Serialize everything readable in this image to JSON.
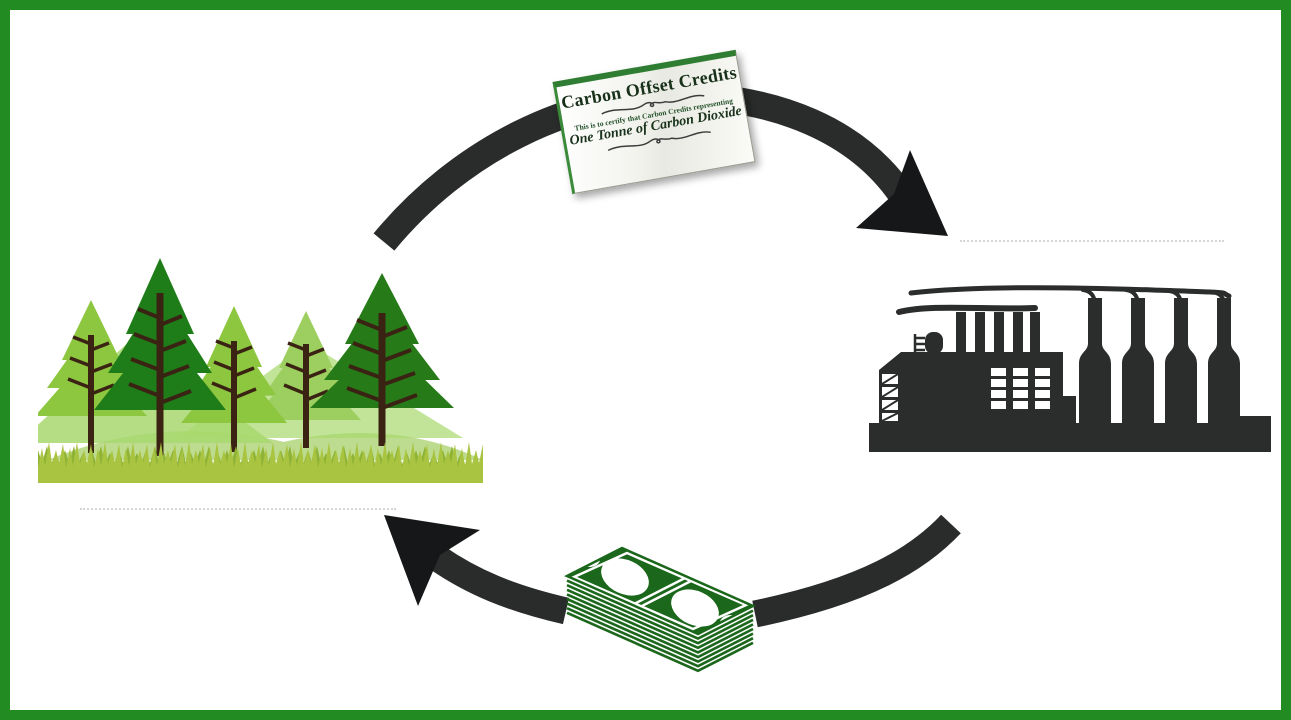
{
  "certificate": {
    "title": "Carbon Offset Credits",
    "certify_line": "This is to certify that Carbon Credits representing",
    "amount_line": "One Tonne of Carbon Dioxide"
  },
  "cycle": {
    "top_flow": "forest-to-factory",
    "bottom_flow": "factory-to-forest"
  },
  "icons": {
    "forest": "forest-pine-trees-illustration",
    "factory": "factory-smokestacks-silhouette",
    "money": "stack-of-dollar-bills",
    "certificate_flourish": "flourish-divider",
    "arrows": "cycle-arrows"
  },
  "colors": {
    "frame_green": "#228b22",
    "arrow_charcoal": "#2a2c2b",
    "money_green": "#1b671b",
    "tree_dark_green": "#1f7d19",
    "tree_light_green": "#8dc63f",
    "grass_green": "#a9c440",
    "trunk_brown": "#3b2314",
    "certificate_green": "#2f7d32"
  }
}
